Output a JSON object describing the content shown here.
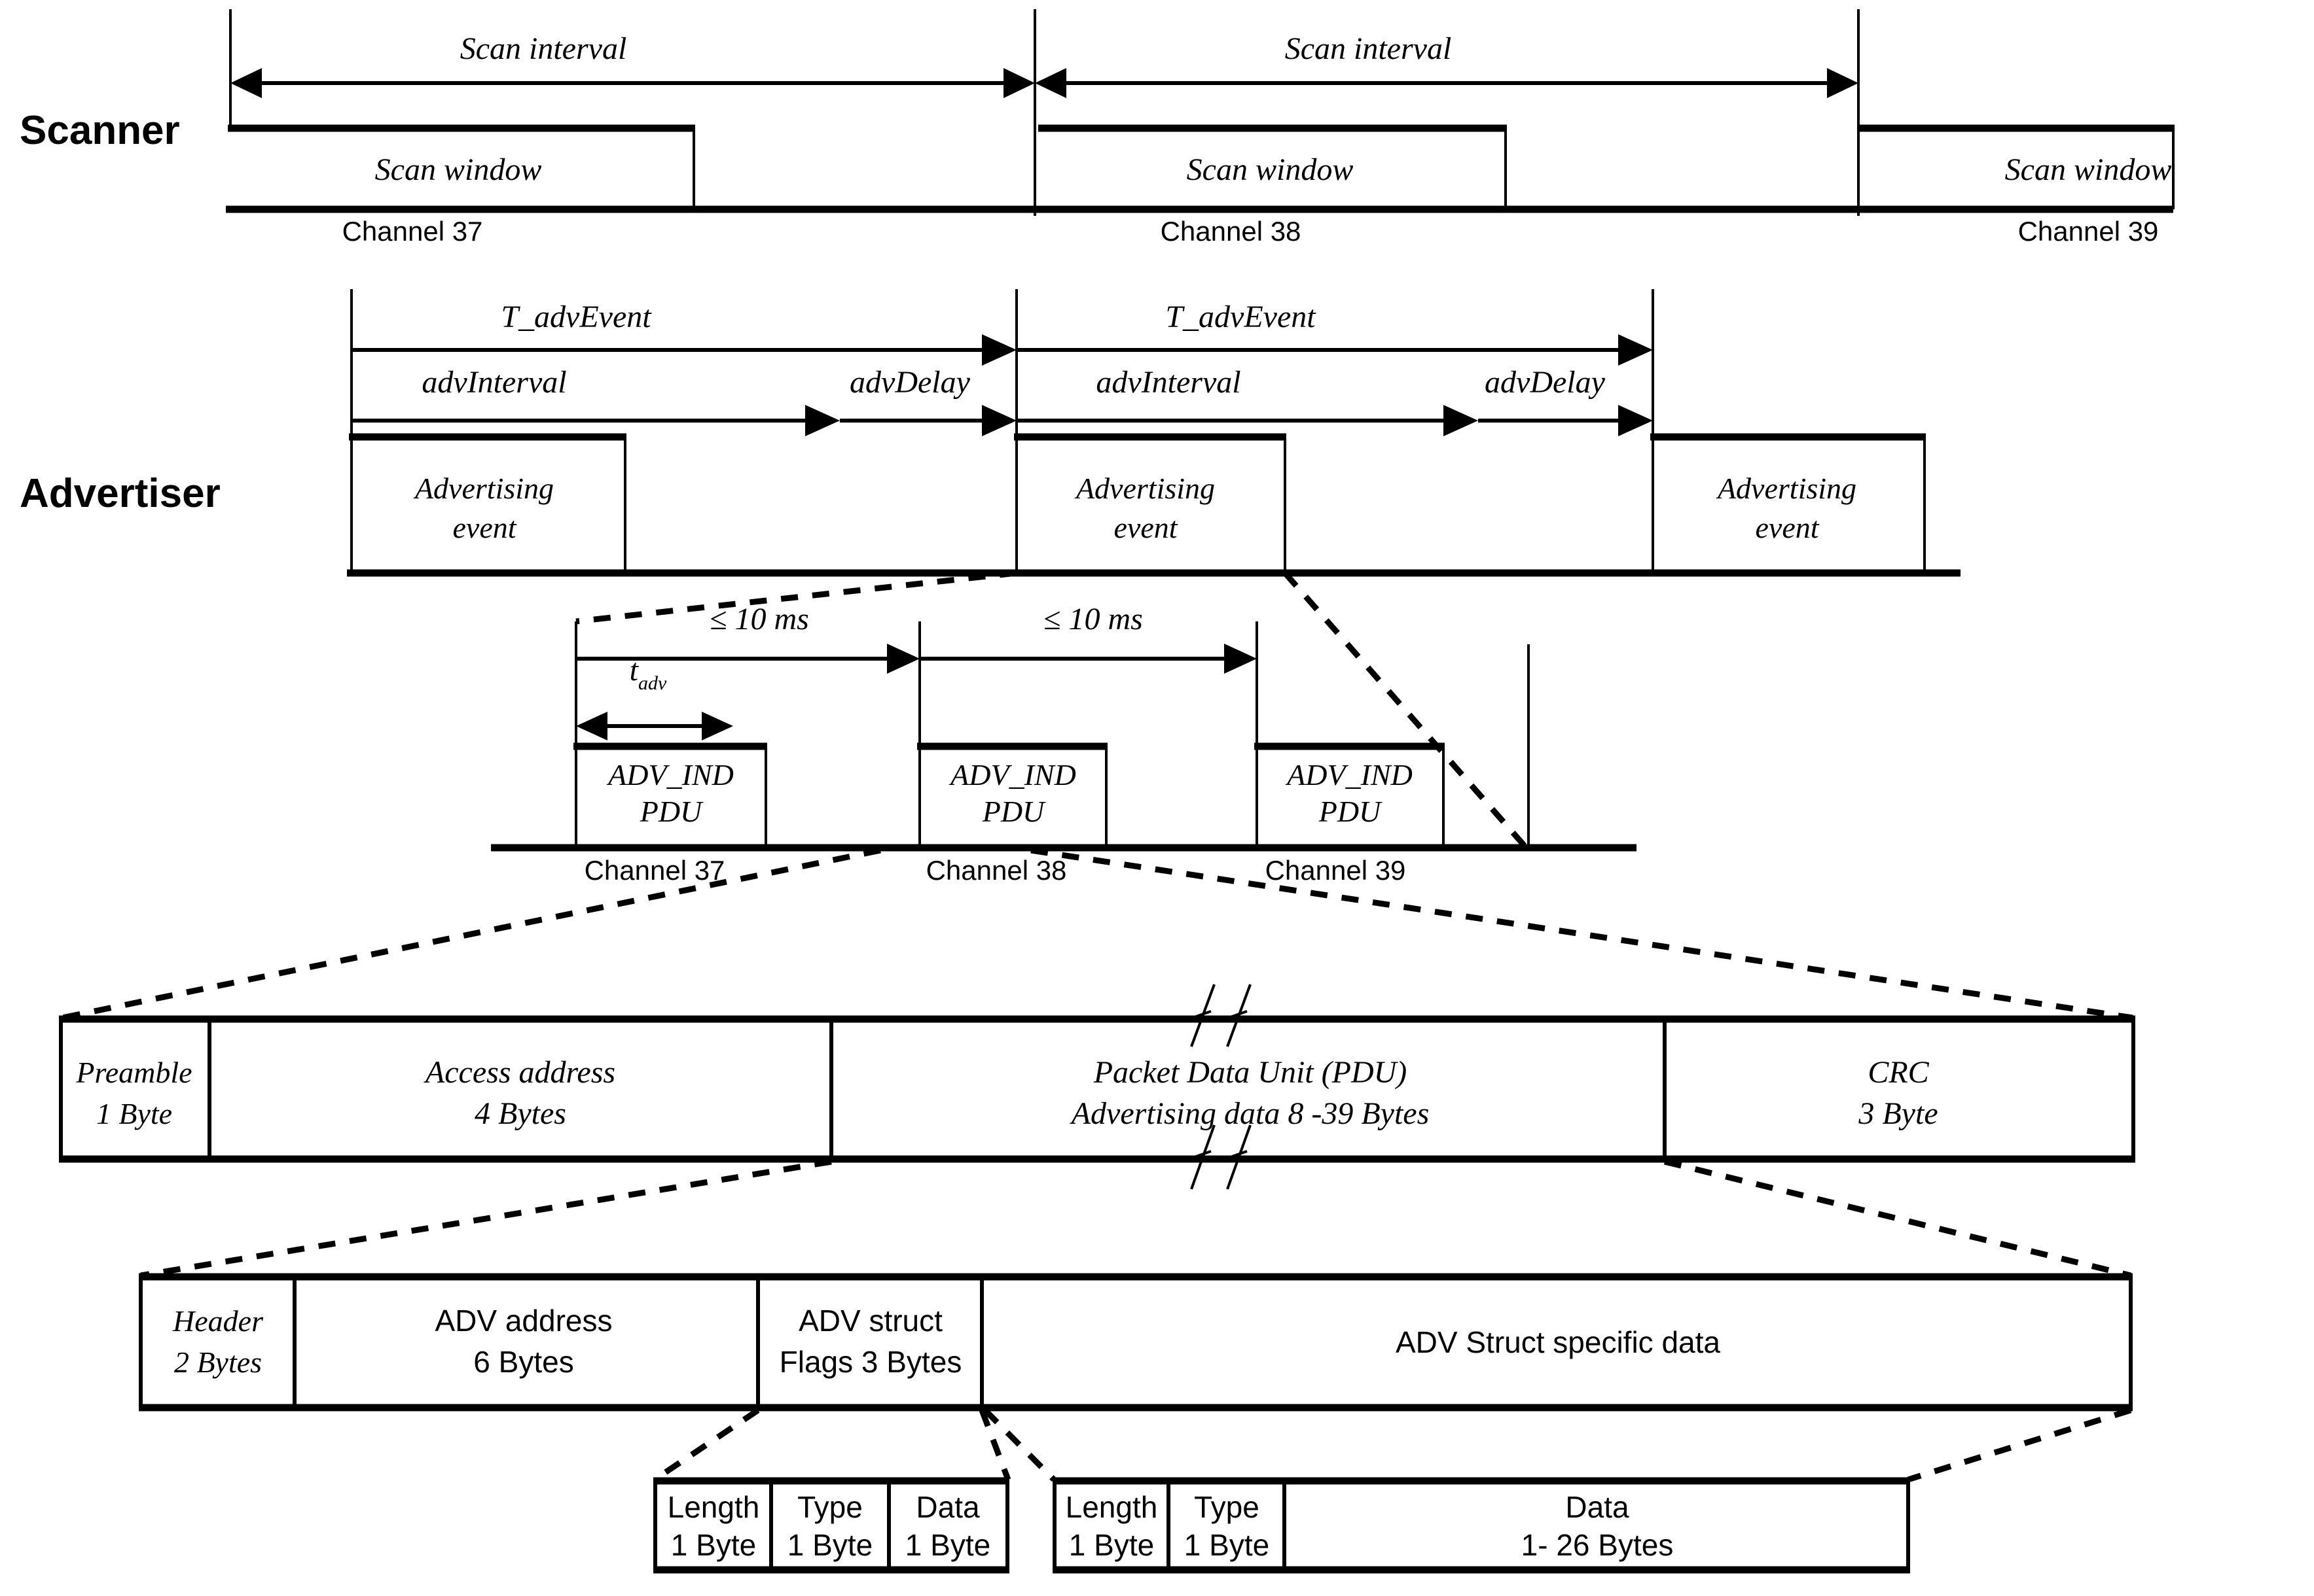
{
  "diagram": {
    "title": "BLE advertising and scanning timing and packet structure",
    "row_labels": {
      "scanner": "Scanner",
      "advertiser": "Advertiser"
    }
  },
  "scanner_row": {
    "interval_label_1": "Scan interval",
    "interval_label_2": "Scan interval",
    "windows": [
      {
        "label": "Scan window",
        "channel": "Channel 37"
      },
      {
        "label": "Scan window",
        "channel": "Channel 38"
      },
      {
        "label": "Scan window",
        "channel": "Channel 39"
      }
    ]
  },
  "advertiser_row": {
    "t_advevent_1": "T_advEvent",
    "t_advevent_2": "T_advEvent",
    "advinterval_1": "advInterval",
    "advdelay_1": "advDelay",
    "advinterval_2": "advInterval",
    "advdelay_2": "advDelay",
    "events": [
      {
        "line1": "Advertising",
        "line2": "event"
      },
      {
        "line1": "Advertising",
        "line2": "event"
      },
      {
        "line1": "Advertising",
        "line2": "event"
      }
    ]
  },
  "adv_event_detail": {
    "gap_label_1": "≤ 10 ms",
    "gap_label_2": "≤ 10 ms",
    "t_adv_base": "t",
    "t_adv_sub": "adv",
    "pdus": [
      {
        "line1": "ADV_IND",
        "line2": "PDU",
        "channel": "Channel 37"
      },
      {
        "line1": "ADV_IND",
        "line2": "PDU",
        "channel": "Channel 38"
      },
      {
        "line1": "ADV_IND",
        "line2": "PDU",
        "channel": "Channel 39"
      }
    ]
  },
  "packet_row": {
    "fields": [
      {
        "name": "Preamble",
        "size": "1 Byte"
      },
      {
        "name": "Access address",
        "size": "4 Bytes"
      },
      {
        "name": "Packet Data Unit (PDU)",
        "size": "Advertising  data 8 -39 Bytes"
      },
      {
        "name": "CRC",
        "size": "3 Byte"
      }
    ]
  },
  "pdu_row": {
    "fields": [
      {
        "name": "Header",
        "size": "2 Bytes"
      },
      {
        "name": "ADV address",
        "size": "6 Bytes"
      },
      {
        "name": "ADV struct",
        "size": "Flags 3 Bytes"
      },
      {
        "name": "ADV Struct specific data",
        "size": ""
      }
    ]
  },
  "adv_struct_rows": {
    "flags_struct": [
      {
        "name": "Length",
        "size": "1 Byte"
      },
      {
        "name": "Type",
        "size": "1 Byte"
      },
      {
        "name": "Data",
        "size": "1 Byte"
      }
    ],
    "data_struct": [
      {
        "name": "Length",
        "size": "1 Byte"
      },
      {
        "name": "Type",
        "size": "1 Byte"
      },
      {
        "name": "Data",
        "size": "1- 26 Bytes"
      }
    ]
  },
  "colors": {
    "stroke": "#000000",
    "background": "#ffffff"
  }
}
